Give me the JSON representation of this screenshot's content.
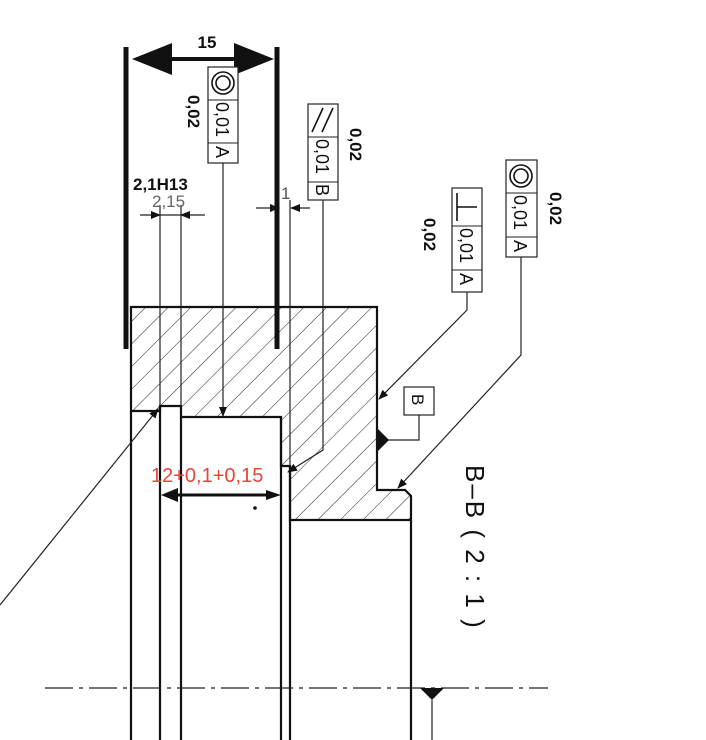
{
  "drawing": {
    "view_label": "B–B ( 2 : 1 )",
    "dimensions": {
      "overall_width": "15",
      "groove_width": "2,1H13",
      "groove_ref": "2,15",
      "offset": "1",
      "bore_width": "12+0,1+0,15"
    },
    "feature_frames": [
      {
        "symbol": "concentricity",
        "tolerance": "0,01",
        "datum": "A",
        "note": "0,02"
      },
      {
        "symbol": "parallelism",
        "symbol_text": "//",
        "tolerance": "0,01",
        "datum": "B",
        "note": "0,02"
      },
      {
        "symbol": "perpendicularity",
        "symbol_text": "⊥",
        "tolerance": "0,01",
        "datum": "A",
        "note": "0,02"
      },
      {
        "symbol": "concentricity",
        "tolerance": "0,01",
        "datum": "A",
        "note": "0,02"
      }
    ],
    "datum_label": "B",
    "colors": {
      "highlight": "#e8463a",
      "line": "#111111"
    }
  }
}
